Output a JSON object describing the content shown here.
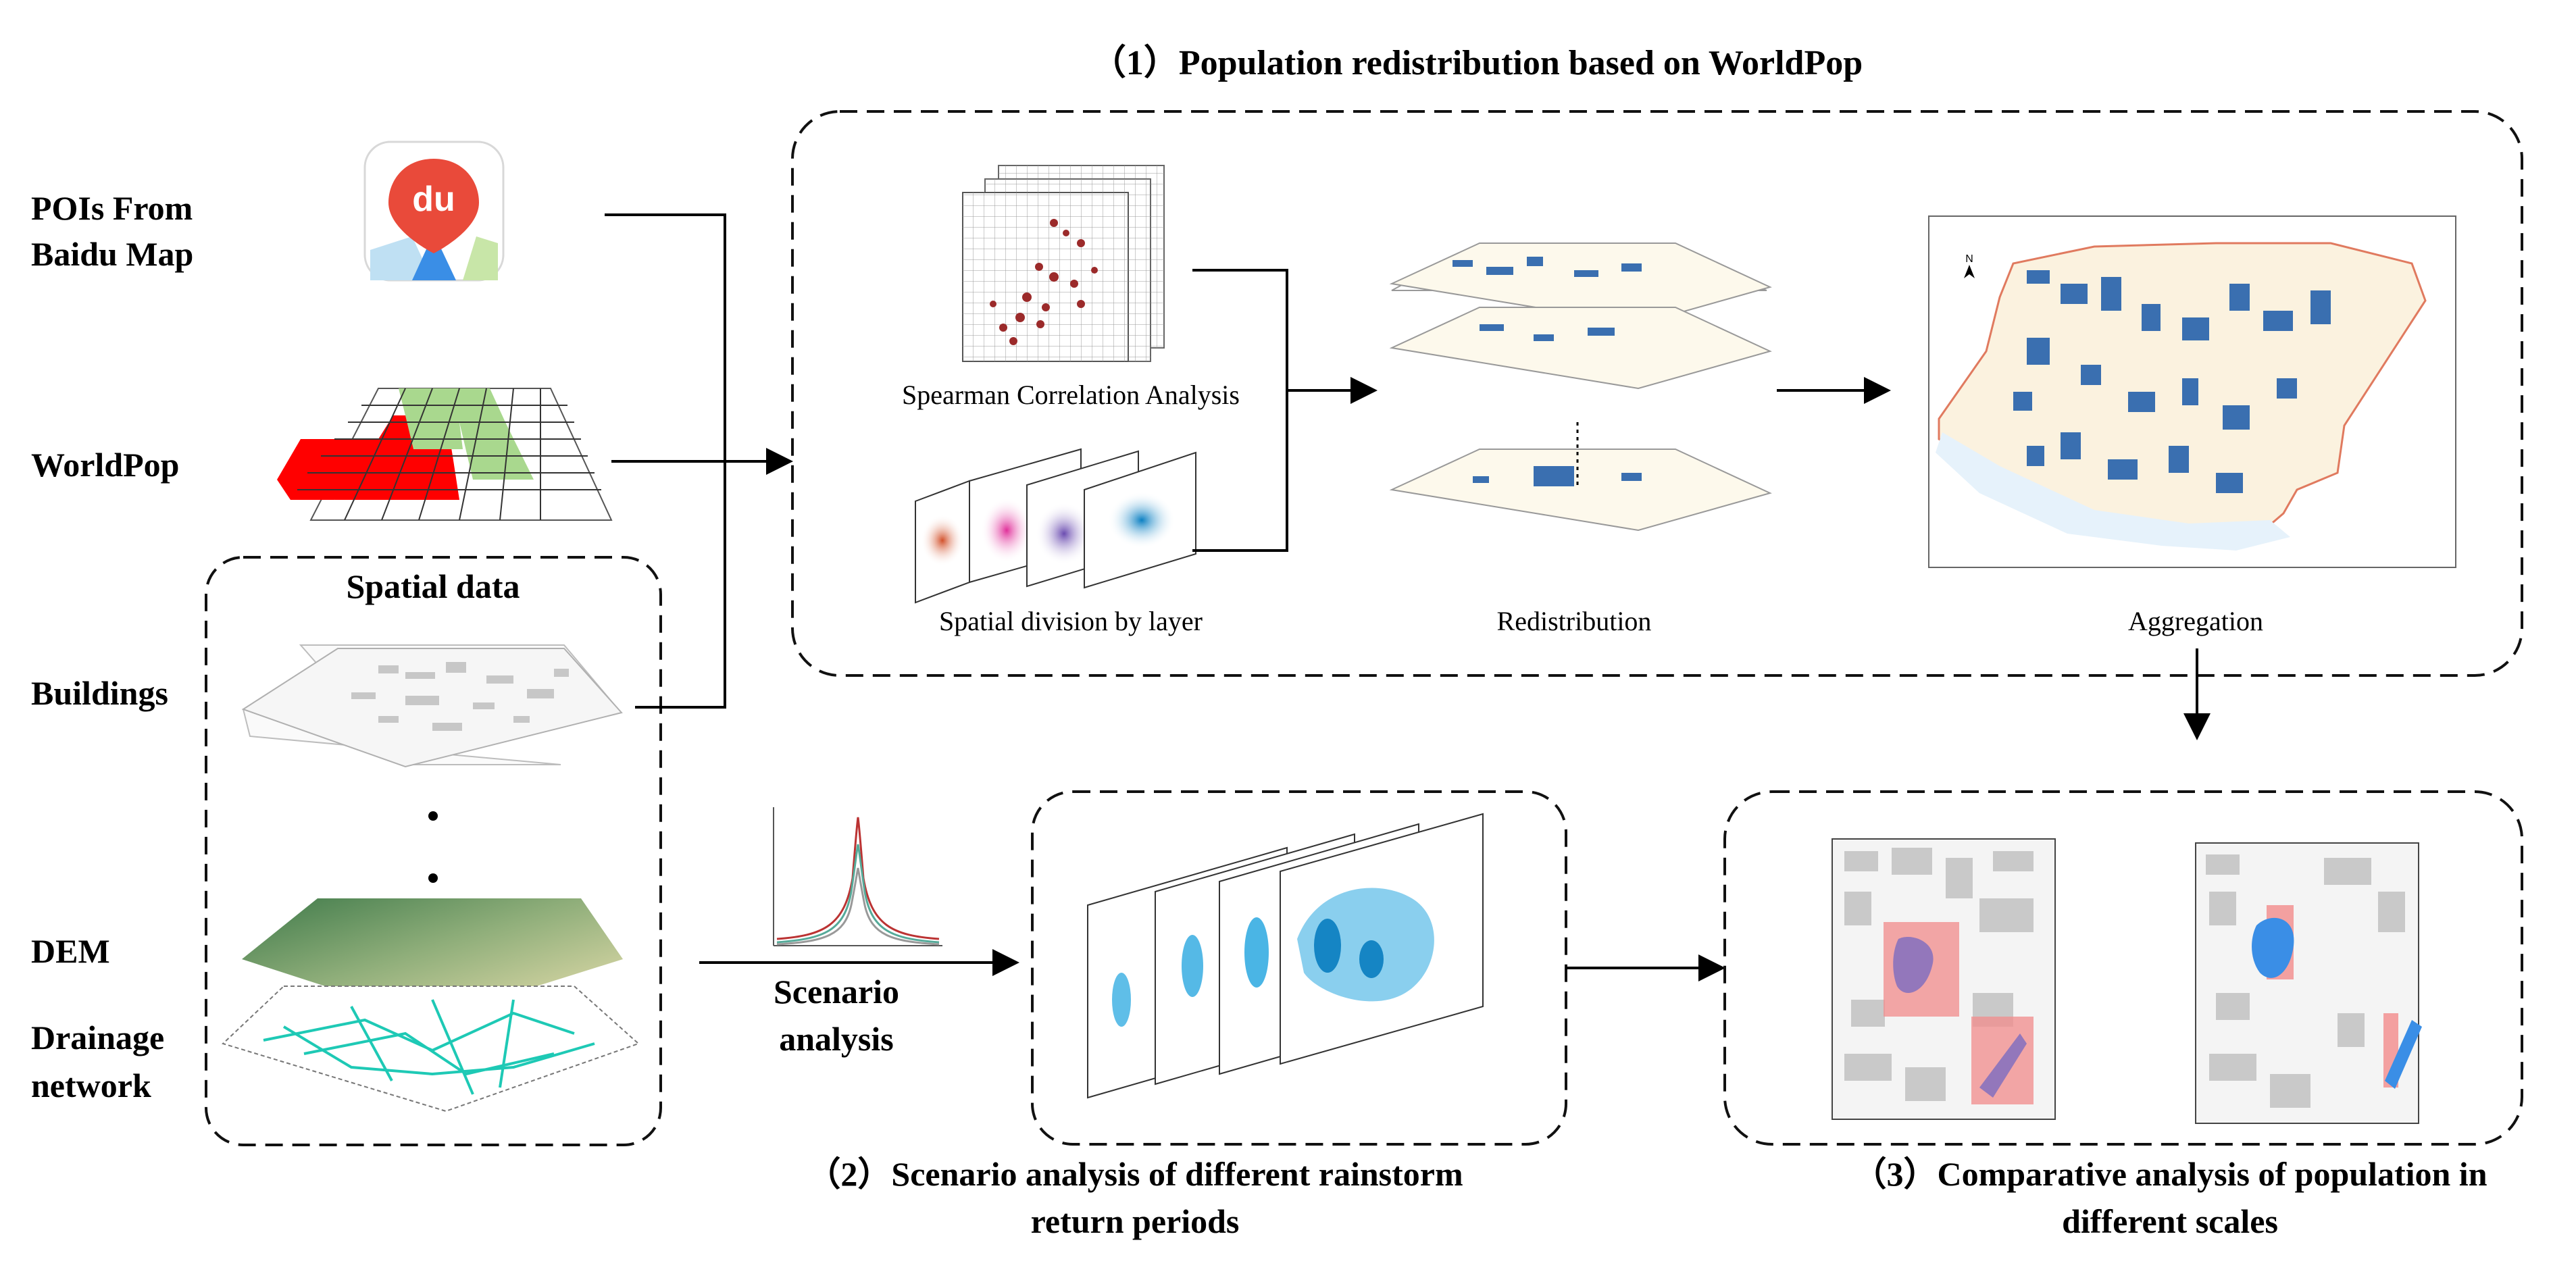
{
  "inputs": {
    "poi_line1": "POIs From",
    "poi_line2": "Baidu Map",
    "baidu_logo_text": "du",
    "worldpop": "WorldPop",
    "buildings": "Buildings",
    "dem": "DEM",
    "drainage_line1": "Drainage",
    "drainage_line2": "network"
  },
  "spatial_data": {
    "title": "Spatial data"
  },
  "section1": {
    "title": "（1）Population redistribution based on WorldPop",
    "spearman": "Spearman Correlation Analysis",
    "spatial_division": "Spatial division by layer",
    "redistribution": "Redistribution",
    "aggregation": "Aggregation",
    "north_label": "N"
  },
  "section2": {
    "scenario_line1": "Scenario",
    "scenario_line2": "analysis",
    "title_line1": "（2）Scenario analysis of different rainstorm",
    "title_line2": "return periods"
  },
  "section3": {
    "title_line1": "（3）Comparative analysis of population in",
    "title_line2": "different scales"
  },
  "colors": {
    "baidu_red": "#e94a3a",
    "baidu_blue": "#3a8ee6",
    "worldpop_red": "#ff0000",
    "worldpop_green": "#a9d88e",
    "building_blue": "#3a6fb0",
    "flood_blue": "#2aa8e0",
    "highlight_pink": "#f28b8b",
    "dem_green": "#5e8a55",
    "drainage_cyan": "#1ec9b5"
  }
}
